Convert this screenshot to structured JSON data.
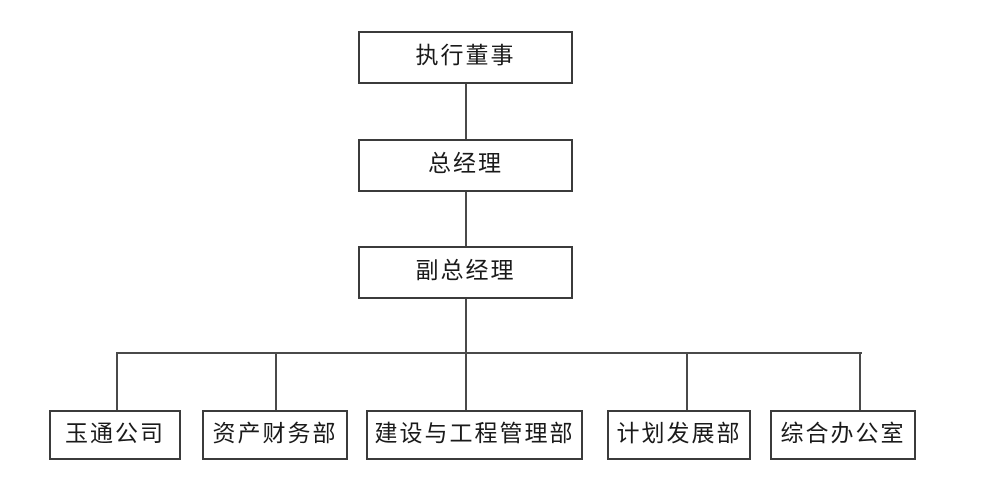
{
  "chart_data": {
    "type": "diagram",
    "subtype": "organization-chart",
    "title": "",
    "orientation": "top-down",
    "background_color": "#ffffff",
    "line_color": "#4a4a4a",
    "box_border_color": "#3b3b3b",
    "text_color": "#1a1a1a",
    "nodes": [
      {
        "id": "executive-director",
        "label": "执行董事",
        "level": 0
      },
      {
        "id": "general-manager",
        "label": "总经理",
        "level": 1
      },
      {
        "id": "deputy-general-manager",
        "label": "副总经理",
        "level": 2
      },
      {
        "id": "yutong-company",
        "label": "玉通公司",
        "level": 3
      },
      {
        "id": "asset-finance-dept",
        "label": "资产财务部",
        "level": 3
      },
      {
        "id": "construction-eng-mgmt",
        "label": "建设与工程管理部",
        "level": 3
      },
      {
        "id": "planning-development",
        "label": "计划发展部",
        "level": 3
      },
      {
        "id": "general-office",
        "label": "综合办公室",
        "level": 3
      }
    ],
    "edges": [
      {
        "from": "executive-director",
        "to": "general-manager"
      },
      {
        "from": "general-manager",
        "to": "deputy-general-manager"
      },
      {
        "from": "deputy-general-manager",
        "to": "yutong-company"
      },
      {
        "from": "deputy-general-manager",
        "to": "asset-finance-dept"
      },
      {
        "from": "deputy-general-manager",
        "to": "construction-eng-mgmt"
      },
      {
        "from": "deputy-general-manager",
        "to": "planning-development"
      },
      {
        "from": "deputy-general-manager",
        "to": "general-office"
      }
    ]
  },
  "hierarchy": {
    "top": {
      "label": "执行董事"
    },
    "middle": {
      "label": "总经理"
    },
    "sub": {
      "label": "副总经理"
    },
    "departments": [
      {
        "label": "玉通公司"
      },
      {
        "label": "资产财务部"
      },
      {
        "label": "建设与工程管理部"
      },
      {
        "label": "计划发展部"
      },
      {
        "label": "综合办公室"
      }
    ]
  }
}
